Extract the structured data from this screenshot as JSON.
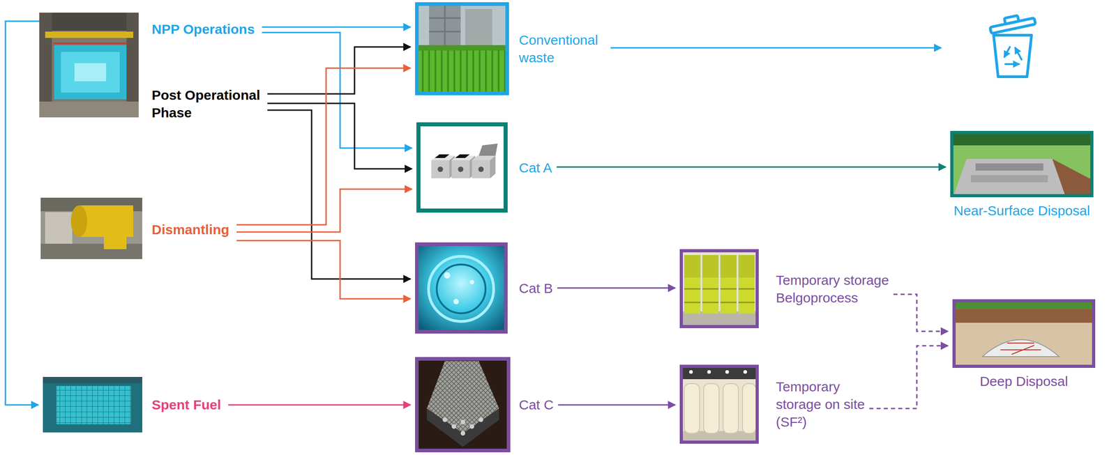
{
  "diagram": {
    "nodes": [
      {
        "text": [
          "NPP Operations"
        ]
      },
      {
        "text": [
          "Post Operational Phase"
        ]
      },
      {
        "text": [
          "Dismantling"
        ]
      },
      {
        "text": [
          "Spent Fuel"
        ]
      },
      {
        "text": [
          "Conventional waste"
        ]
      },
      {
        "text": [
          "Cat A"
        ]
      },
      {
        "text": [
          "Cat B"
        ]
      },
      {
        "text": [
          "Cat C"
        ]
      },
      {
        "text": [
          "Temporary storage Belgoprocess"
        ]
      },
      {
        "text": [
          "Temporary storage on site (SF²)"
        ]
      },
      {
        "text": [
          "Near-Surface Disposal"
        ]
      },
      {
        "text": [
          "Deep Disposal"
        ]
      }
    ],
    "edges": [
      {
        "from": 0,
        "to": 4,
        "arrow": "to"
      },
      {
        "from": 0,
        "to": 5,
        "arrow": "to"
      },
      {
        "from": 0,
        "to": 3,
        "arrow": "to"
      },
      {
        "from": 1,
        "to": 4,
        "arrow": "to"
      },
      {
        "from": 1,
        "to": 5,
        "arrow": "to"
      },
      {
        "from": 1,
        "to": 6,
        "arrow": "to"
      },
      {
        "from": 2,
        "to": 4,
        "arrow": "to"
      },
      {
        "from": 2,
        "to": 5,
        "arrow": "to"
      },
      {
        "from": 2,
        "to": 6,
        "arrow": "to"
      },
      {
        "from": 3,
        "to": 7,
        "arrow": "to"
      },
      {
        "from": 5,
        "to": 10,
        "arrow": "to"
      },
      {
        "from": 6,
        "to": 8,
        "arrow": "to"
      },
      {
        "from": 7,
        "to": 9,
        "arrow": "to"
      },
      {
        "from": 8,
        "to": 11,
        "arrow": "to"
      },
      {
        "from": 9,
        "to": 11,
        "arrow": "to"
      }
    ]
  }
}
